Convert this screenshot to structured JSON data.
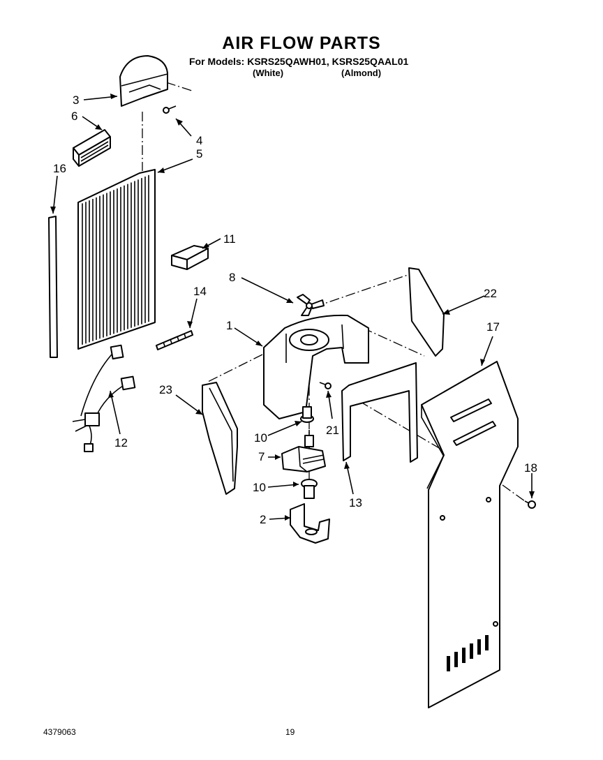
{
  "header": {
    "title": "AIR FLOW PARTS",
    "models_line": "For Models: KSRS25QAWH01, KSRS25QAAL01",
    "variant_white": "(White)",
    "variant_almond": "(Almond)"
  },
  "callouts": [
    {
      "id": "callout-3",
      "text": "3"
    },
    {
      "id": "callout-6",
      "text": "6"
    },
    {
      "id": "callout-4",
      "text": "4"
    },
    {
      "id": "callout-5",
      "text": "5"
    },
    {
      "id": "callout-16",
      "text": "16"
    },
    {
      "id": "callout-11",
      "text": "11"
    },
    {
      "id": "callout-8",
      "text": "8"
    },
    {
      "id": "callout-22",
      "text": "22"
    },
    {
      "id": "callout-14",
      "text": "14"
    },
    {
      "id": "callout-1",
      "text": "1"
    },
    {
      "id": "callout-17",
      "text": "17"
    },
    {
      "id": "callout-23",
      "text": "23"
    },
    {
      "id": "callout-10a",
      "text": "10"
    },
    {
      "id": "callout-21",
      "text": "21"
    },
    {
      "id": "callout-12",
      "text": "12"
    },
    {
      "id": "callout-7",
      "text": "7"
    },
    {
      "id": "callout-18",
      "text": "18"
    },
    {
      "id": "callout-10b",
      "text": "10"
    },
    {
      "id": "callout-13",
      "text": "13"
    },
    {
      "id": "callout-2",
      "text": "2"
    }
  ],
  "footer": {
    "doc_number": "4379063",
    "page_number": "19"
  }
}
